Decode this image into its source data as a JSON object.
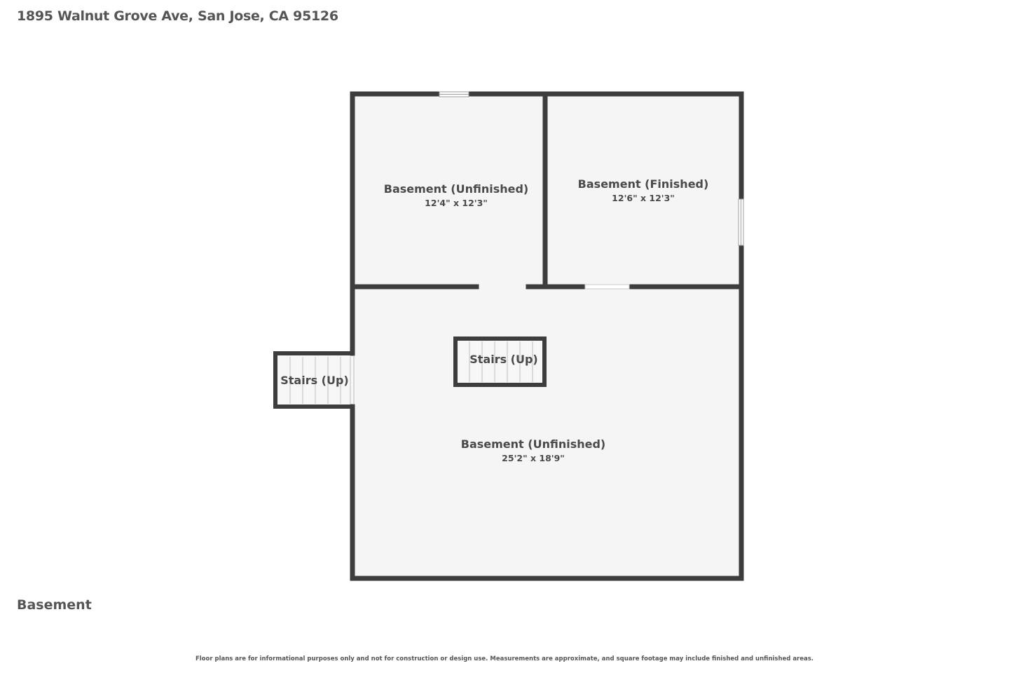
{
  "header": {
    "address": "1895 Walnut Grove Ave, San Jose, CA 95126"
  },
  "floor": {
    "label": "Basement"
  },
  "rooms": [
    {
      "name": "Basement (Unfinished)",
      "dimensions": "12'4\" x 12'3\""
    },
    {
      "name": "Basement (Finished)",
      "dimensions": "12'6\" x 12'3\""
    },
    {
      "name": "Basement (Unfinished)",
      "dimensions": "25'2\" x 18'9\""
    }
  ],
  "stairs": [
    {
      "name": "Stairs (Up)"
    },
    {
      "name": "Stairs (Up)"
    }
  ],
  "footer": {
    "disclaimer": "Floor plans are for informational purposes only and not for construction or design use. Measurements are approximate, and square footage may include finished and unfinished areas."
  },
  "colors": {
    "wall": "#3d3d3d",
    "floor": "#f5f5f5",
    "text": "#4a4a4a"
  }
}
